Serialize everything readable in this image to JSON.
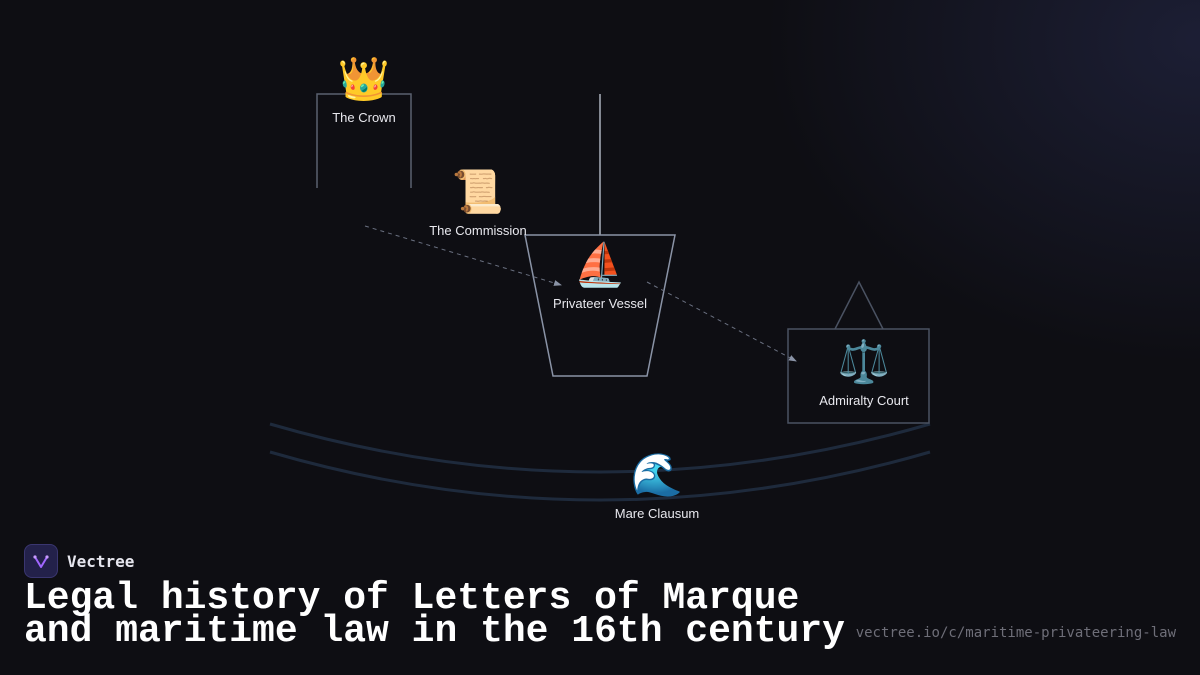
{
  "nodes": {
    "crown": {
      "emoji": "👑",
      "label": "The Crown"
    },
    "commission": {
      "emoji": "📜",
      "label": "The Commission"
    },
    "vessel": {
      "emoji": "⛵",
      "label": "Privateer Vessel"
    },
    "court": {
      "emoji": "⚖️",
      "label": "Admiralty Court"
    },
    "sea": {
      "emoji": "🌊",
      "label": "Mare Clausum"
    }
  },
  "brand": {
    "name": "Vectree"
  },
  "title": "Legal history of Letters of Marque and maritime law in the 16th century",
  "url": "vectree.io/c/maritime-privateering-law",
  "colors": {
    "background": "#0e0e13",
    "outline": "#8a93a6",
    "wave": "#1e2a3c",
    "brand_accent": "#a066ff"
  }
}
